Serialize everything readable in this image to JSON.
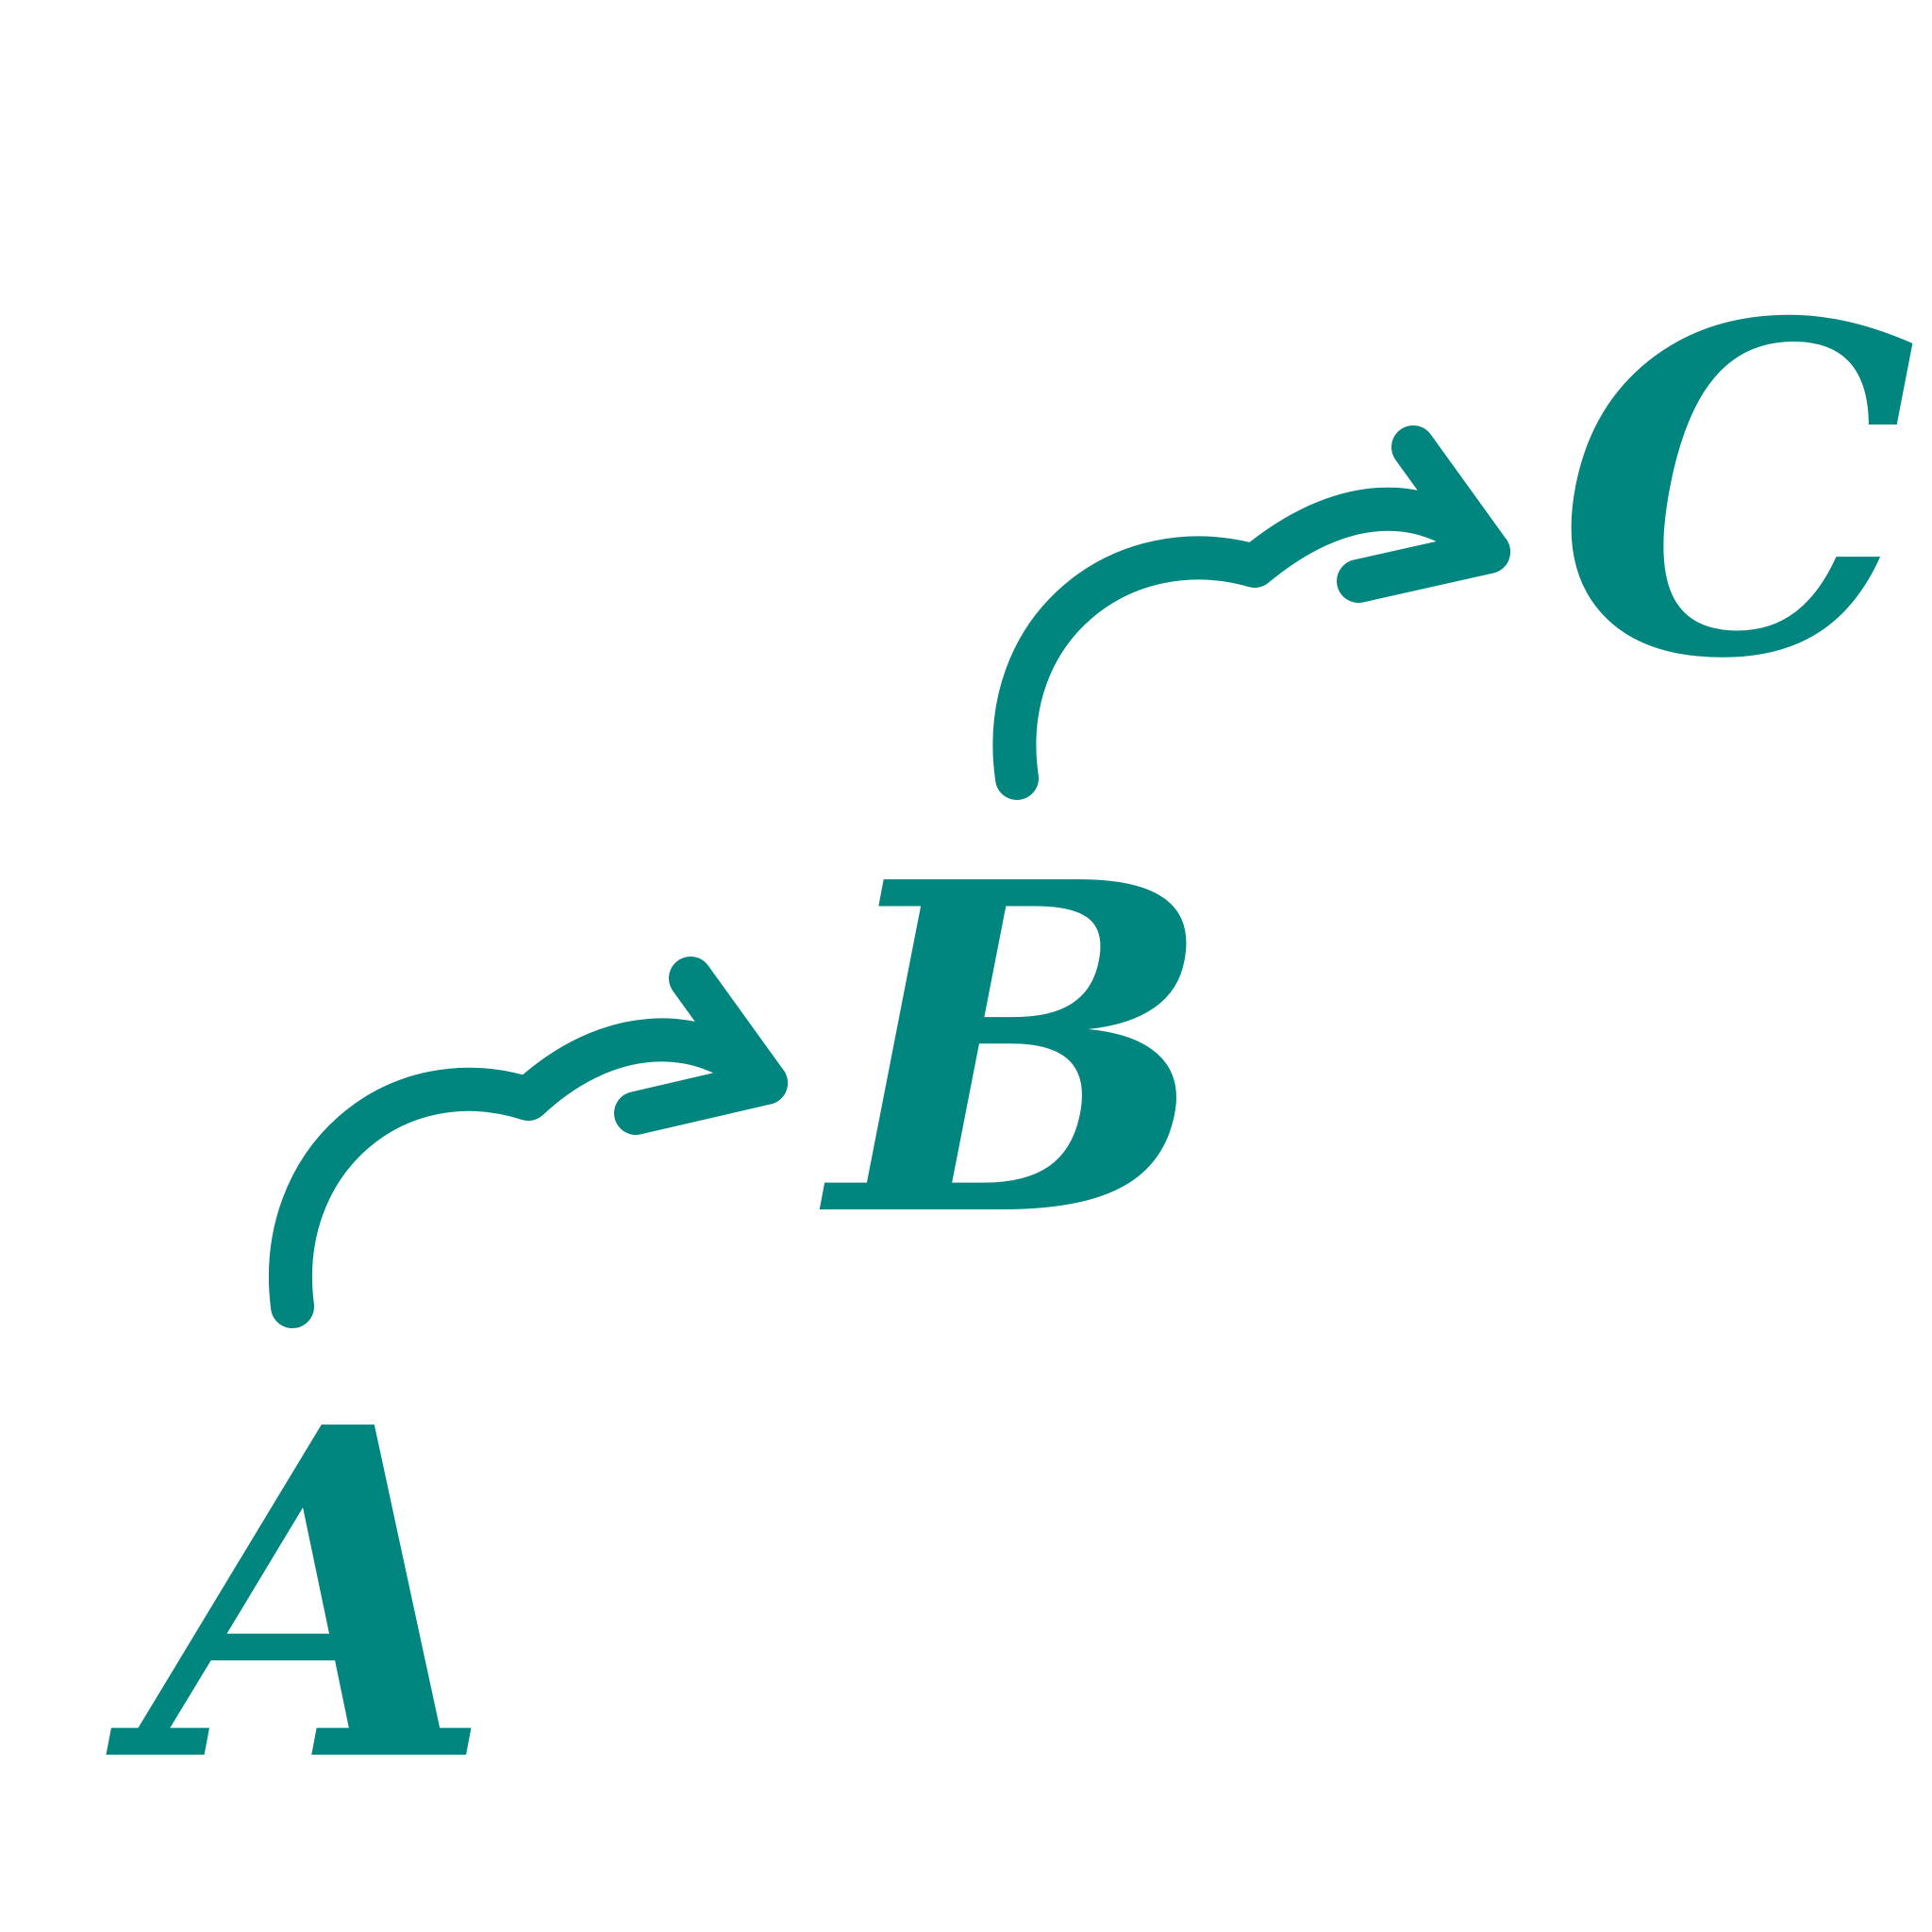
{
  "diagram": {
    "nodes": {
      "a": "A",
      "b": "B",
      "c": "C"
    },
    "edges": [
      {
        "from": "A",
        "to": "B"
      },
      {
        "from": "B",
        "to": "C"
      }
    ]
  },
  "colors": {
    "ink": "#00857F",
    "background": "#FFFFFF"
  }
}
